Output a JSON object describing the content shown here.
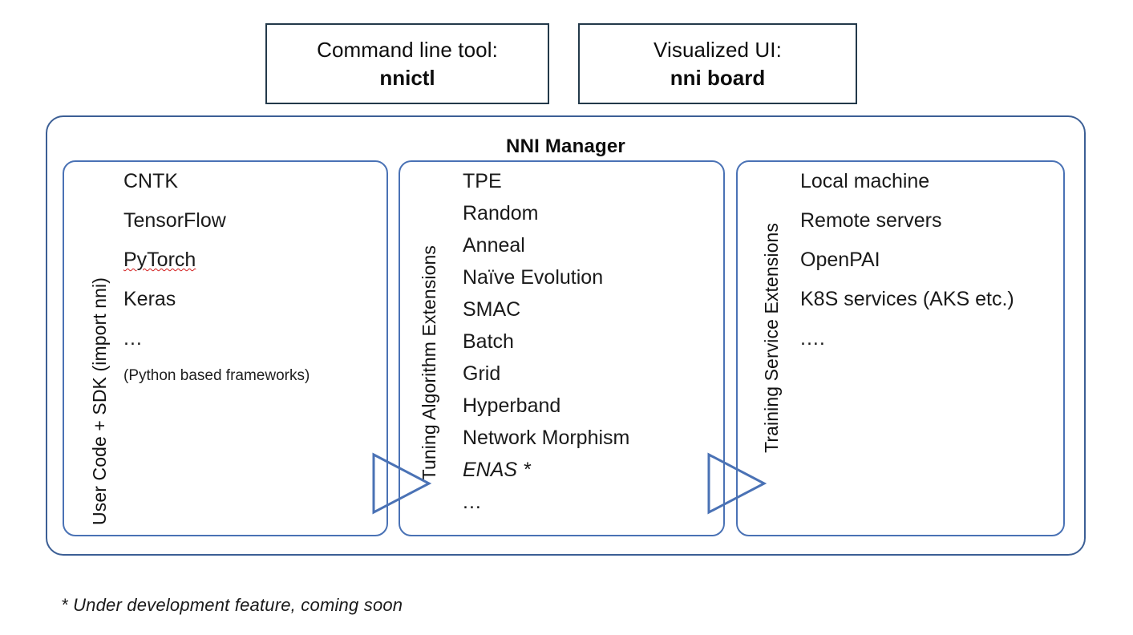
{
  "top_boxes": [
    {
      "id": "command-line-tool",
      "caption": "Command line tool:",
      "name": "nnictl"
    },
    {
      "id": "visualized-ui",
      "caption": "Visualized UI:",
      "name": "nni board"
    }
  ],
  "manager": {
    "title": "NNI Manager",
    "columns": [
      {
        "id": "user-code",
        "side_label": "User Code + SDK (import nni)",
        "spacing": "wide",
        "items": [
          {
            "text": "CNTK"
          },
          {
            "text": "TensorFlow"
          },
          {
            "text": "PyTorch",
            "style": "spell-error"
          },
          {
            "text": "Keras"
          },
          {
            "text": "...",
            "style": "dots"
          },
          {
            "text": "(Python based frameworks)",
            "style": "small"
          }
        ]
      },
      {
        "id": "tuning-algorithm",
        "side_label": "Tuning Algorithm Extensions",
        "spacing": "tight",
        "items": [
          {
            "text": "TPE"
          },
          {
            "text": "Random"
          },
          {
            "text": "Anneal"
          },
          {
            "text": "Naïve Evolution"
          },
          {
            "text": "SMAC"
          },
          {
            "text": "Batch"
          },
          {
            "text": "Grid"
          },
          {
            "text": "Hyperband"
          },
          {
            "text": "Network Morphism"
          },
          {
            "text": "ENAS *",
            "style": "italic"
          },
          {
            "text": "...",
            "style": "dots"
          }
        ]
      },
      {
        "id": "training-service",
        "side_label": "Training Service Extensions",
        "spacing": "wide",
        "items": [
          {
            "text": "Local machine"
          },
          {
            "text": "Remote servers"
          },
          {
            "text": "OpenPAI"
          },
          {
            "text": "K8S services (AKS etc.)"
          },
          {
            "text": "....",
            "style": "dots"
          }
        ]
      }
    ]
  },
  "arrows": [
    {
      "id": "user-code-to-tuning"
    },
    {
      "id": "tuning-to-training"
    }
  ],
  "footnote": "* Under development feature, coming soon",
  "colors": {
    "top_box_border": "#23394a",
    "manager_border": "#3c5f95",
    "column_border": "#4a72b5",
    "arrow_stroke": "#4a72b5",
    "text": "#1a1a1a",
    "spell_error_underline": "#d11a1a"
  }
}
